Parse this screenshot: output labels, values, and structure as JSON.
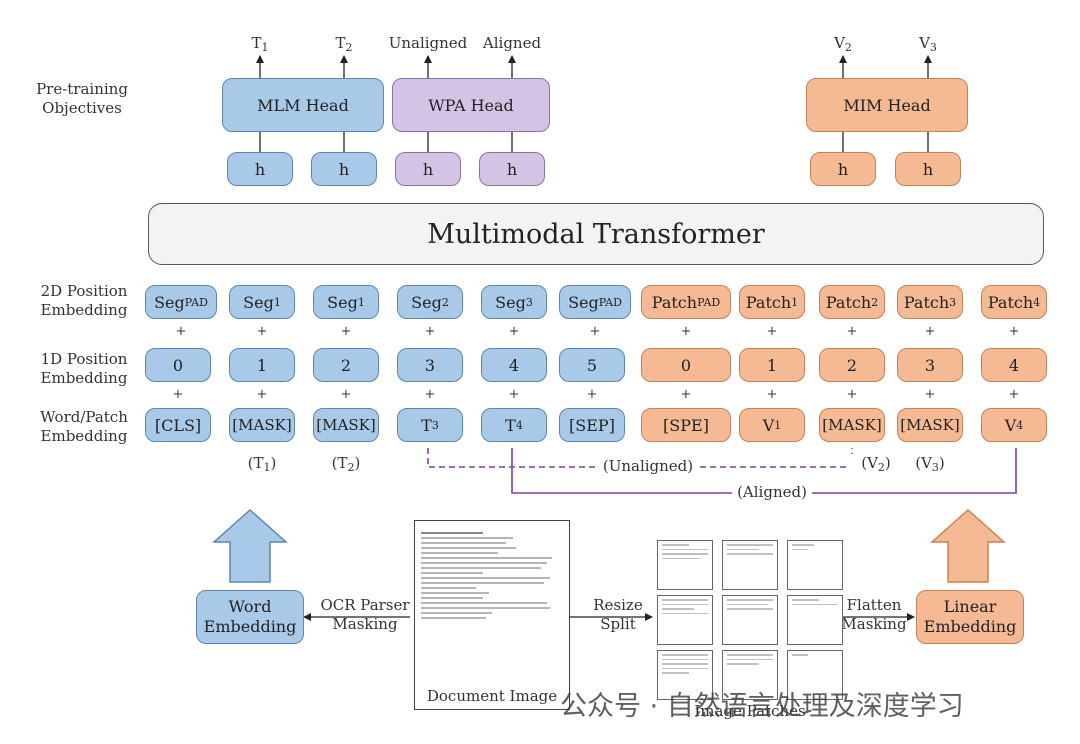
{
  "left_labels": {
    "pretraining": [
      "Pre-training",
      "Objectives"
    ],
    "pos2d": [
      "2D Position",
      "Embedding"
    ],
    "pos1d": [
      "1D Position",
      "Embedding"
    ],
    "wordpatch": [
      "Word/Patch",
      "Embedding"
    ]
  },
  "heads": {
    "mlm": {
      "label": "MLM Head",
      "outputs": [
        {
          "main": "T",
          "sub": "1"
        },
        {
          "main": "T",
          "sub": "2"
        }
      ]
    },
    "wpa": {
      "label": "WPA Head",
      "outputs": [
        "Unaligned",
        "Aligned"
      ]
    },
    "mim": {
      "label": "MIM Head",
      "outputs": [
        {
          "main": "V",
          "sub": "2"
        },
        {
          "main": "V",
          "sub": "3"
        }
      ]
    }
  },
  "h_label": "h",
  "transformer_label": "Multimodal Transformer",
  "seg_row": [
    {
      "main": "Seg",
      "sub": "PAD"
    },
    {
      "main": "Seg",
      "sub": "1"
    },
    {
      "main": "Seg",
      "sub": "1"
    },
    {
      "main": "Seg",
      "sub": "2"
    },
    {
      "main": "Seg",
      "sub": "3"
    },
    {
      "main": "Seg",
      "sub": "PAD"
    },
    {
      "main": "Patch",
      "sub": "PAD"
    },
    {
      "main": "Patch",
      "sub": "1"
    },
    {
      "main": "Patch",
      "sub": "2"
    },
    {
      "main": "Patch",
      "sub": "3"
    },
    {
      "main": "Patch",
      "sub": "4"
    }
  ],
  "pos_row": [
    "0",
    "1",
    "2",
    "3",
    "4",
    "5",
    "0",
    "1",
    "2",
    "3",
    "4"
  ],
  "token_row": [
    {
      "main": "[CLS]",
      "sub": ""
    },
    {
      "main": "[MASK]",
      "sub": ""
    },
    {
      "main": "[MASK]",
      "sub": ""
    },
    {
      "main": "T",
      "sub": "3"
    },
    {
      "main": "T",
      "sub": "4"
    },
    {
      "main": "[SEP]",
      "sub": ""
    },
    {
      "main": "[SPE]",
      "sub": ""
    },
    {
      "main": "V",
      "sub": "1"
    },
    {
      "main": "[MASK]",
      "sub": ""
    },
    {
      "main": "[MASK]",
      "sub": ""
    },
    {
      "main": "V",
      "sub": "4"
    }
  ],
  "plus": "+",
  "mask_targets": [
    {
      "main": "(T",
      "sub": "1",
      "end": ")"
    },
    {
      "main": "(T",
      "sub": "2",
      "end": ")"
    },
    {
      "main": "(V",
      "sub": "2",
      "end": ")"
    },
    {
      "main": "(V",
      "sub": "3",
      "end": ")"
    }
  ],
  "unaligned_label": "(Unaligned)",
  "aligned_label": "(Aligned)",
  "word_embedding": [
    "Word",
    "Embedding"
  ],
  "linear_embedding": [
    "Linear",
    "Embedding"
  ],
  "ocr_label": [
    "OCR Parser",
    "Masking"
  ],
  "resize_label": [
    "Resize",
    "Split"
  ],
  "flatten_label": [
    "Flatten",
    "Masking"
  ],
  "document_caption": "Document Image",
  "patches_caption": "Image Patches",
  "watermark": "公众号 · 自然语言处理及深度学习",
  "colors": {
    "text_box": "#a9c9e8",
    "wpa": "#d5c3e5",
    "image_box": "#f5b994",
    "link": "#7b3fa6"
  }
}
